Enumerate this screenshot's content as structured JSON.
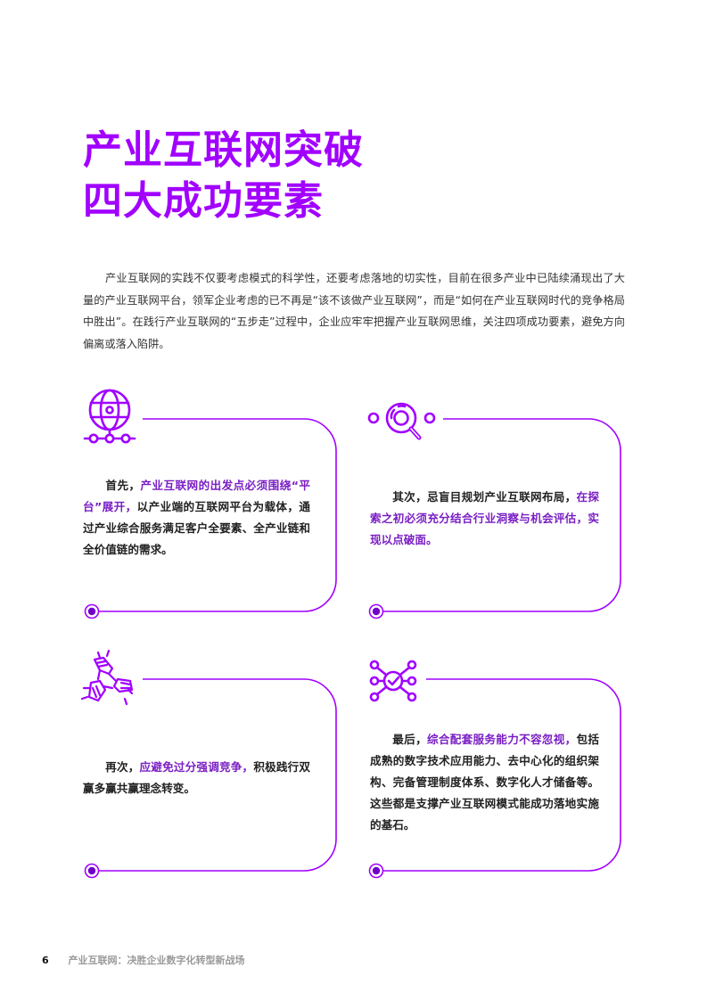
{
  "page": {
    "title_lines": [
      "产业互联网突破",
      "四大成功要素"
    ],
    "intro": "产业互联网的实践不仅要考虑模式的科学性，还要考虑落地的切实性，目前在很多产业中已陆续涌现出了大量的产业互联网平台，领军企业考虑的已不再是“该不该做产业互联网”，而是“如何在产业互联网时代的竞争格局中胜出”。在践行产业互联网的“五步走”过程中，企业应牢牢把握产业互联网思维，关注四项成功要素，避免方向偏离或落入陷阱。",
    "accent_color": "#a100ff"
  },
  "cards": [
    {
      "icon": "globe-network-icon",
      "lead": "首先，",
      "highlight": "产业互联网的出发点必须围绕“平台”展开，",
      "rest": "以产业端的互联网平台为载体，通过产业综合服务满足客户全要素、全产业链和全价值链的需求。"
    },
    {
      "icon": "magnifier-search-icon",
      "lead": "其次，忌盲目规划产业互联网布局，",
      "highlight": "在探索之初必须充分结合行业洞察与机会评估，实现以点破面。",
      "rest": ""
    },
    {
      "icon": "joined-hands-icon",
      "lead": "再次，",
      "highlight": "应避免过分强调竞争，",
      "rest": "积极践行双赢多赢共赢理念转变。"
    },
    {
      "icon": "network-check-icon",
      "lead": "最后，",
      "highlight": "综合配套服务能力不容忽视，",
      "rest": "包括成熟的数字技术应用能力、去中心化的组织架构、完备管理制度体系、数字化人才储备等。这些都是支撑产业互联网模式能成功落地实施的基石。"
    }
  ],
  "footer": {
    "page_number": "6",
    "doc_title": "产业互联网：决胜企业数字化转型新战场"
  }
}
